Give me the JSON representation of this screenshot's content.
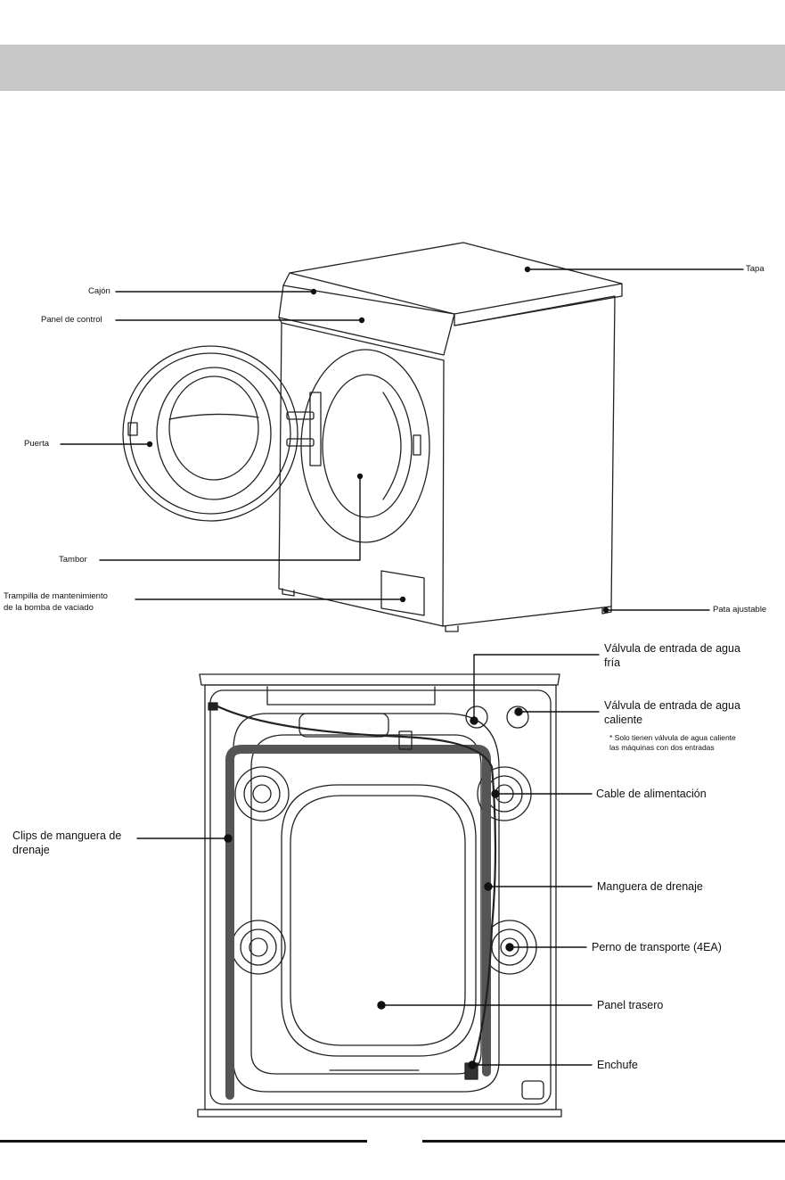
{
  "front_labels": {
    "cajon": "Cajón",
    "panel_control": "Panel de control",
    "puerta": "Puerta",
    "tambor": "Tambor",
    "trampilla_1": "Trampilla de mantenimiento",
    "trampilla_2": "de la bomba de vaciado",
    "tapa": "Tapa",
    "pata": "Pata ajustable"
  },
  "rear_labels": {
    "valvula_fria_1": "Válvula de entrada de agua",
    "valvula_fria_2": "fría",
    "valvula_caliente_1": "Válvula de entrada de agua",
    "valvula_caliente_2": "caliente",
    "nota_1": "* Solo tienen válvula de agua caliente",
    "nota_2": "las máquinas con dos entradas",
    "cable": "Cable de alimentación",
    "clips_1": "Clips de manguera de",
    "clips_2": "drenaje",
    "manguera": "Manguera de drenaje",
    "perno": "Perno de transporte (4EA)",
    "panel_trasero": "Panel trasero",
    "enchufe": "Enchufe"
  }
}
